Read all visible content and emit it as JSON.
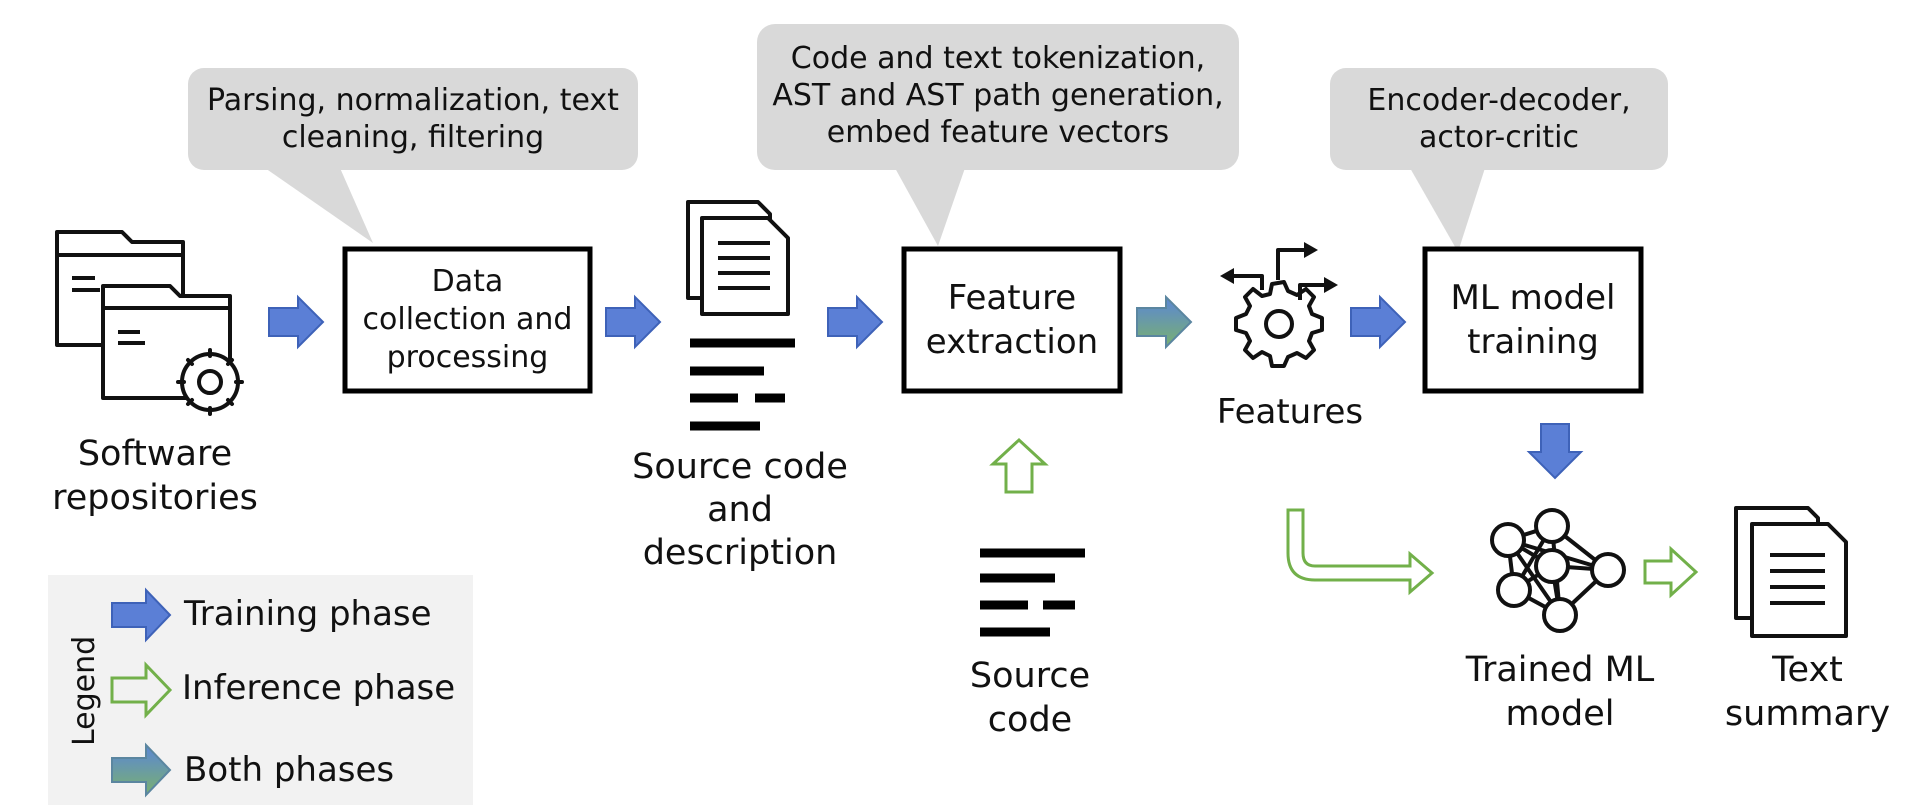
{
  "callouts": {
    "processing": [
      "Parsing, normalization, text",
      "cleaning, filtering"
    ],
    "features": [
      "Code and text tokenization,",
      "AST and AST path generation,",
      "embed feature vectors"
    ],
    "training": [
      "Encoder-decoder,",
      "actor-critic"
    ]
  },
  "boxes": {
    "data_collection": [
      "Data",
      "collection and",
      "processing"
    ],
    "feature_extraction": [
      "Feature",
      "extraction"
    ],
    "ml_training": [
      "ML model",
      "training"
    ]
  },
  "labels": {
    "software_repositories": [
      "Software",
      "repositories"
    ],
    "source_code_description": [
      "Source code",
      "and",
      "description"
    ],
    "source_code": [
      "Source",
      "code"
    ],
    "features": "Features",
    "trained_model": [
      "Trained ML",
      "model"
    ],
    "text_summary": [
      "Text",
      "summary"
    ]
  },
  "legend": {
    "title": "Legend",
    "training": "Training phase",
    "inference": "Inference phase",
    "both": "Both phases"
  },
  "colors": {
    "training_arrow": "#5b7fd6",
    "inference_arrow": "#72b04a",
    "both_arrow_top": "#5b86d6",
    "both_arrow_bottom": "#79b16f",
    "callout_fill": "#d9d9d9",
    "legend_fill": "#f2f2f2"
  }
}
